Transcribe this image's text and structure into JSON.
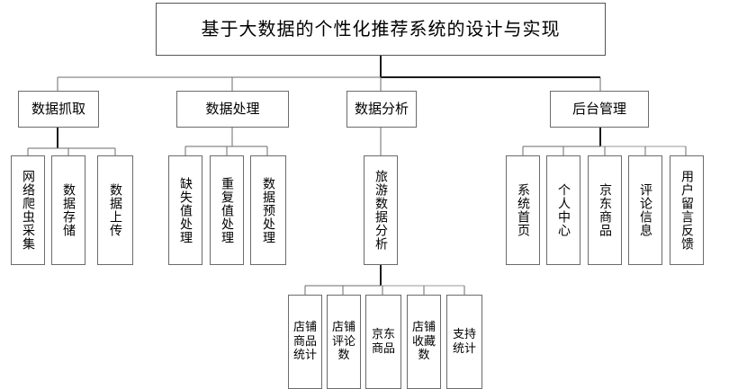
{
  "diagram": {
    "type": "tree",
    "title": "基于大数据的个性化推荐系统的设计与实现",
    "root": {
      "label": "基于大数据的个性化推荐系统的设计与实现"
    },
    "level2": [
      {
        "id": "capture",
        "label": "数据抓取"
      },
      {
        "id": "process",
        "label": "数据处理"
      },
      {
        "id": "analysis",
        "label": "数据分析"
      },
      {
        "id": "admin",
        "label": "后台管理"
      }
    ],
    "capture_children": [
      {
        "label": "网络爬虫采集"
      },
      {
        "label": "数据存储"
      },
      {
        "label": "数据上传"
      }
    ],
    "process_children": [
      {
        "label": "缺失值处理"
      },
      {
        "label": "重复值处理"
      },
      {
        "label": "数据预处理"
      }
    ],
    "analysis_children": [
      {
        "label": "旅游数据分析"
      }
    ],
    "admin_children": [
      {
        "label": "系统首页"
      },
      {
        "label": "个人中心"
      },
      {
        "label": "京东商品"
      },
      {
        "label": "评论信息"
      },
      {
        "label": "用户留言反馈"
      }
    ],
    "analysis_leaf_children": [
      {
        "label": "店铺商品统计",
        "lines": [
          "店铺",
          "商品",
          "统计"
        ]
      },
      {
        "label": "店铺评论数",
        "lines": [
          "店铺",
          "评论",
          "数"
        ]
      },
      {
        "label": "京东商品",
        "lines": [
          "京东",
          "商品"
        ]
      },
      {
        "label": "店铺收藏数",
        "lines": [
          "店铺",
          "收藏",
          "数"
        ]
      },
      {
        "label": "支持统计",
        "lines": [
          "支持",
          "统计"
        ]
      }
    ],
    "colors": {
      "line": "#6b6b6b",
      "line_dark": "#1a1a1a",
      "box_border": "#6b6b6b",
      "background": "#ffffff",
      "text": "#000000"
    }
  }
}
